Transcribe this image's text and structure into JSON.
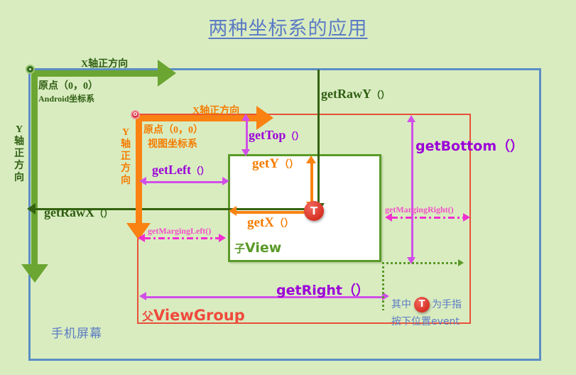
{
  "title": "两种坐标系的应用",
  "colors": {
    "background": "#d9ecc0",
    "title": "#5b7bc4",
    "screen_border": "#5b8ec4",
    "android_axis": "#6ba532",
    "raw_arrow": "#33630f",
    "view_axis": "#f98212",
    "viewgroup_border": "#e8503a",
    "childview_border": "#5a9a28",
    "measure_purple": "#9b00d8",
    "measure_magenta": "#d14fe8",
    "margin_pink": "#f24fc8",
    "touch_point": "#d62d20"
  },
  "phone_screen": {
    "label": "手机屏幕"
  },
  "android_coord": {
    "x_axis_label": "X轴正方向",
    "y_axis_label": "Y轴正方向",
    "origin_label": "原点（0，0）",
    "system_label": "Android坐标系",
    "origin_dot_value": "O"
  },
  "view_coord": {
    "x_axis_label": "X轴正方向",
    "y_axis_label": "Y轴正方向",
    "origin_label": "原点（0，0）",
    "system_label": "视图坐标系",
    "origin_dot_value": "O"
  },
  "raw_measures": {
    "raw_x": "getRawX",
    "raw_x_paren": "（）",
    "raw_y": "getRawY",
    "raw_y_paren": "（）"
  },
  "view_measures": {
    "get_y": "getY",
    "get_y_paren": "（）",
    "get_x": "getX",
    "get_x_paren": "（）"
  },
  "bounds_measures": {
    "get_top": "getTop",
    "get_top_paren": "（）",
    "get_left": "getLeft",
    "get_left_paren": "（）",
    "get_bottom": "getBottom（）",
    "get_right": "getRight（）"
  },
  "margins": {
    "left": "getMargingLeft()",
    "right": "getMargingRight()"
  },
  "viewgroup": {
    "label_cjk": "父",
    "label_en": "ViewGroup"
  },
  "childview": {
    "label_cjk": "子",
    "label_en": "View"
  },
  "touch": {
    "marker": "T",
    "legend_part1": "其中",
    "legend_part2": "为手指",
    "legend_part3": "按下位置event"
  }
}
